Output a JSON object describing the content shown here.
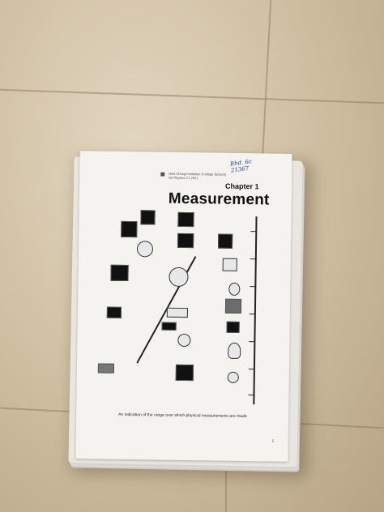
{
  "document": {
    "header_line_1": "Hwa Chong Institution (College Section)",
    "header_line_2": "H2 Physics C1 2021",
    "handwritten_1": "Bhd. 6c",
    "handwritten_2": "21367",
    "chapter": "Chapter 1",
    "title": "Measurement",
    "caption": "An indication of the range over which physical measurements are made",
    "page_number": "1"
  },
  "colors": {
    "floor": "#c9b79c",
    "paper": "#f4f3f0",
    "ink": "#111111",
    "handwriting": "#243a8a"
  }
}
